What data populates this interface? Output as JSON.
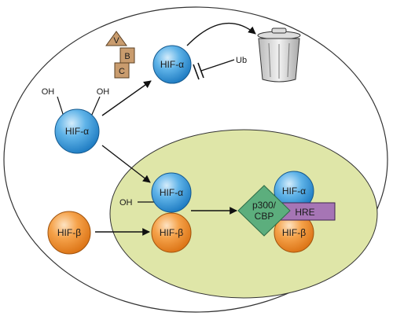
{
  "labels": {
    "hif_alpha": "HIF-α",
    "hif_beta": "HIF-β",
    "oh": "OH",
    "ub": "Ub",
    "hre": "HRE",
    "p300_line1": "p300/",
    "p300_line2": "CBP",
    "vhl_v": "V",
    "vhl_b": "B",
    "vhl_c": "C"
  },
  "icons": {
    "trash": "trash-can-icon"
  },
  "colors": {
    "hif_alpha": "#3a9ad9",
    "hif_beta": "#f0922e",
    "nucleus": "#dfe6a8",
    "p300": "#5cae7d",
    "hre": "#a675b5",
    "vbc": "#c99c6e"
  }
}
